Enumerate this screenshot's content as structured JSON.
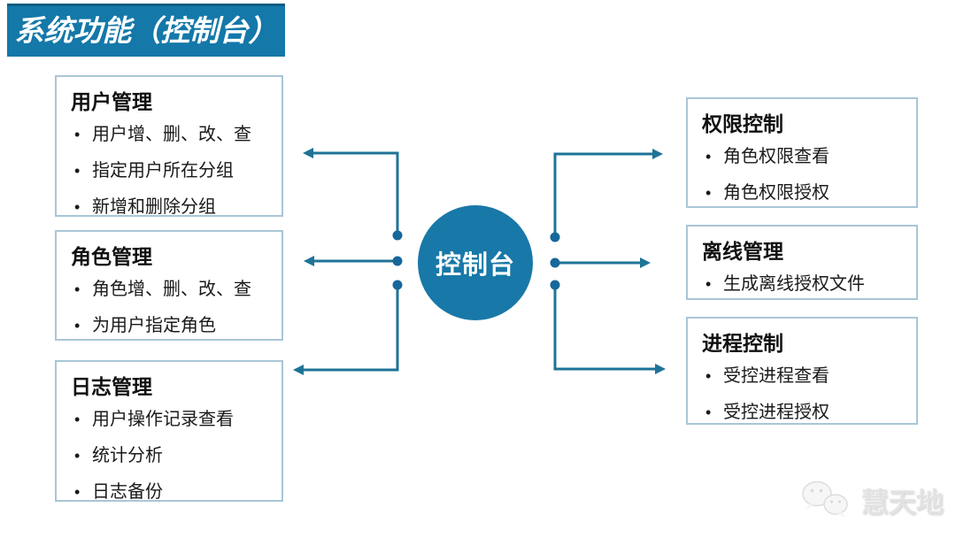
{
  "title": "系统功能（控制台）",
  "center": {
    "label": "控制台"
  },
  "left_boxes": [
    {
      "title": "用户管理",
      "items": [
        "用户增、删、改、查",
        "指定用户所在分组",
        "新增和删除分组"
      ]
    },
    {
      "title": "角色管理",
      "items": [
        "角色增、删、改、查",
        "为用户指定角色"
      ]
    },
    {
      "title": "日志管理",
      "items": [
        "用户操作记录查看",
        "统计分析",
        "日志备份"
      ]
    }
  ],
  "right_boxes": [
    {
      "title": "权限控制",
      "items": [
        "角色权限查看",
        "角色权限授权"
      ]
    },
    {
      "title": "离线管理",
      "items": [
        "生成离线授权文件"
      ]
    },
    {
      "title": "进程控制",
      "items": [
        "受控进程查看",
        "受控进程授权"
      ]
    }
  ],
  "watermark": {
    "text": "慧天地"
  },
  "colors": {
    "banner_bg": "#1478a9",
    "hub_bg": "#1878a8",
    "connector": "#1e7397",
    "box_border": "#a9c6d6",
    "watermark_gray": "#e2e2e2"
  }
}
